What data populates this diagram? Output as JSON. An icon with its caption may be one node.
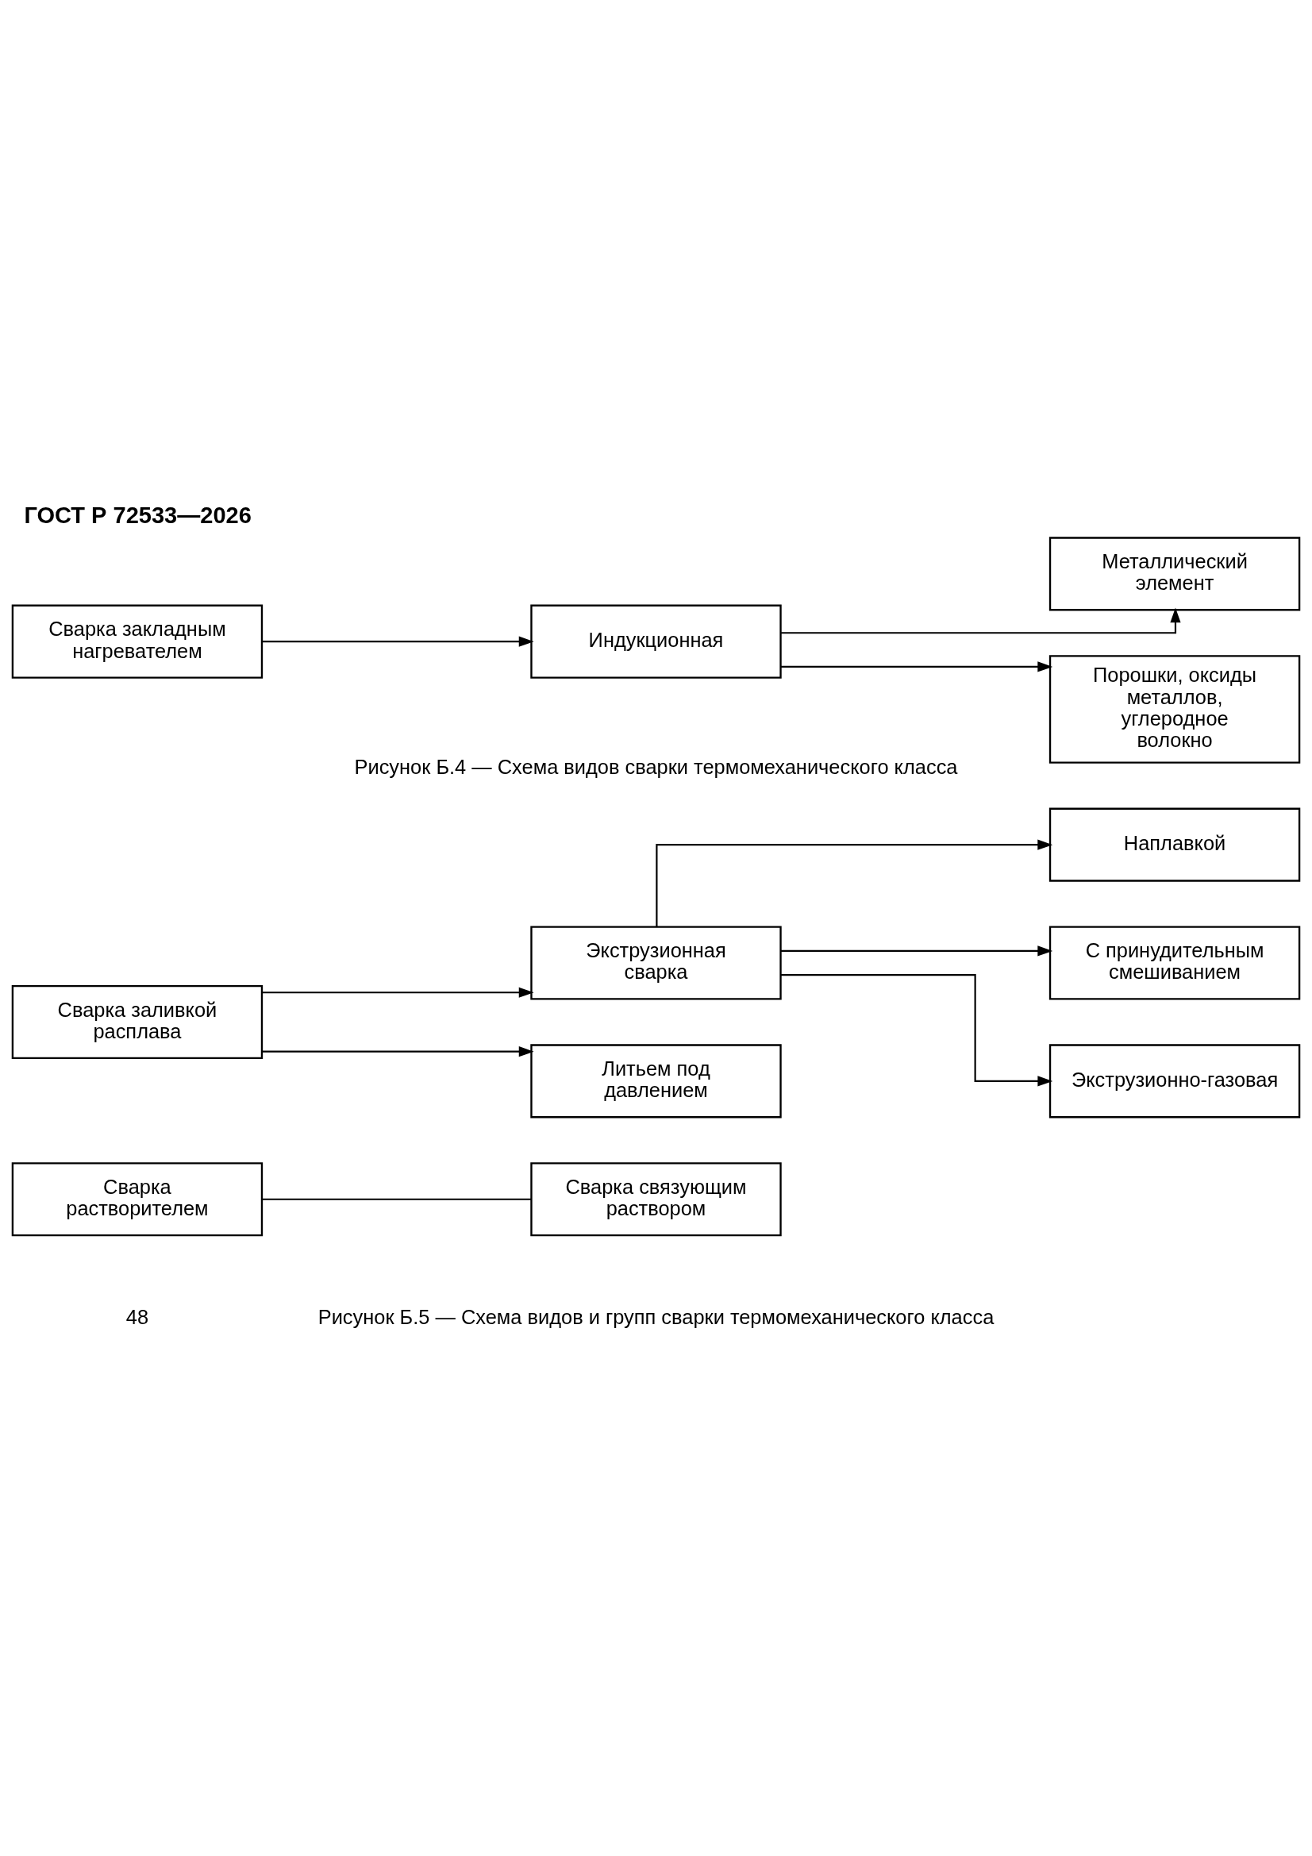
{
  "diagram": {
    "title": "ГОСТ Р 72533—2026",
    "nodes": [
      {
        "text": [
          "Сварка закладным нагревателем"
        ]
      },
      {
        "text": [
          "Индукционная"
        ]
      },
      {
        "text": [
          "Металлический элемент"
        ]
      },
      {
        "text": [
          "Порошки, оксиды металлов, углеродное волокно"
        ]
      },
      {
        "text": [
          "Наплавкой"
        ]
      },
      {
        "text": [
          "Экструзионная сварка"
        ]
      },
      {
        "text": [
          "С принудительным смешиванием"
        ]
      },
      {
        "text": [
          "Сварка заливкой расплава"
        ]
      },
      {
        "text": [
          "Экструзионно-газовая"
        ]
      },
      {
        "text": [
          "Литьем под давлением"
        ]
      },
      {
        "text": [
          "Сварка растворителем"
        ]
      },
      {
        "text": [
          "Сварка связующим раствором"
        ]
      }
    ],
    "edges": [
      {
        "from": 0,
        "to": 1,
        "arrow": "to"
      },
      {
        "from": 1,
        "to": 2,
        "arrow": "to"
      },
      {
        "from": 1,
        "to": 3,
        "arrow": "to"
      },
      {
        "from": 7,
        "to": 5,
        "arrow": "to"
      },
      {
        "from": 7,
        "to": 9,
        "arrow": "to"
      },
      {
        "from": 5,
        "to": 4,
        "arrow": "to"
      },
      {
        "from": 5,
        "to": 6,
        "arrow": "to"
      },
      {
        "from": 5,
        "to": 8,
        "arrow": "to"
      },
      {
        "from": 10,
        "to": 11,
        "arrow": "none"
      }
    ],
    "labels": [
      "Рисунок Б.4 — Схема видов сварки термомеханического класса",
      "Рисунок Б.5 — Схема видов и групп сварки термомеханического класса",
      "48"
    ]
  }
}
